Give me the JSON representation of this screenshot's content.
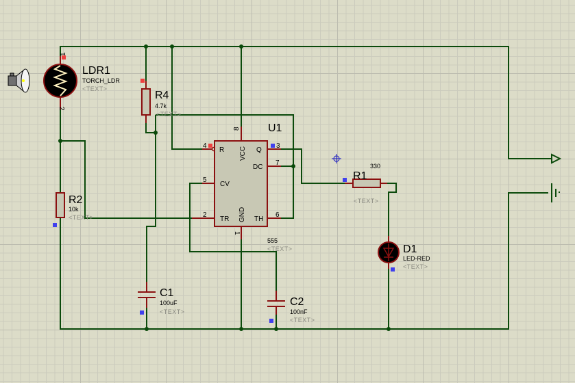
{
  "schematic": {
    "colors": {
      "wire": "#0b4a0b",
      "pin": "#8b1010",
      "body": "#c8c8b4",
      "background": "#dcdcc8",
      "placeholder": "#8a8a80"
    },
    "placeholder": "<TEXT>",
    "components": {
      "ldr1": {
        "ref": "LDR1",
        "value": "TORCH_LDR",
        "pins": [
          "1",
          "2"
        ]
      },
      "r4": {
        "ref": "R4",
        "value": "4.7k"
      },
      "r2": {
        "ref": "R2",
        "value": "10k"
      },
      "r1": {
        "ref": "R1",
        "value": "330"
      },
      "c1": {
        "ref": "C1",
        "value": "100uF"
      },
      "c2": {
        "ref": "C2",
        "value": "100nF"
      },
      "d1": {
        "ref": "D1",
        "value": "LED-RED"
      },
      "u1": {
        "ref": "U1",
        "value": "555",
        "pin_labels": {
          "r": "R",
          "vcc": "VCC",
          "q": "Q",
          "dc": "DC",
          "cv": "CV",
          "tr": "TR",
          "gnd": "GND",
          "th": "TH"
        },
        "pin_numbers": {
          "r": "4",
          "vcc": "8",
          "q": "3",
          "dc": "7",
          "cv": "5",
          "tr": "2",
          "gnd": "1",
          "th": "6"
        }
      }
    },
    "icons": {
      "torch": "torch-icon",
      "output_terminal": "output-terminal-icon",
      "ground": "ground-icon",
      "cursor": "crosshair-cursor-icon"
    }
  }
}
